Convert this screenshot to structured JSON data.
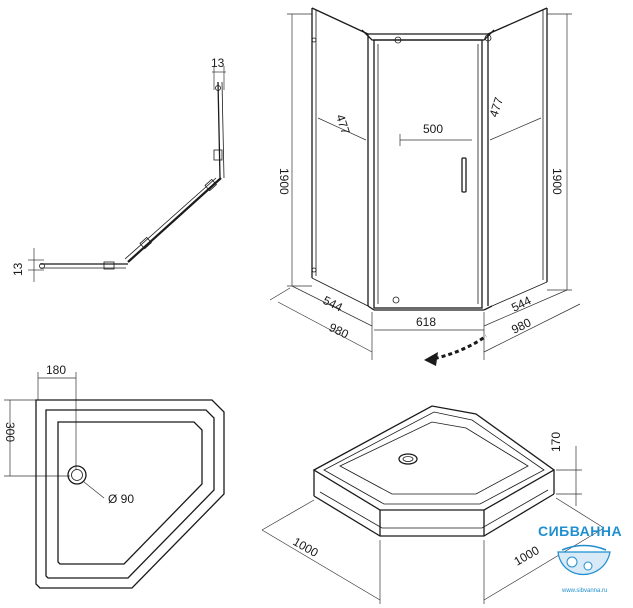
{
  "profile_view": {
    "dim_top": "13",
    "dim_left": "13"
  },
  "cabin_view": {
    "height_left": "1900",
    "height_right": "1900",
    "side_panel_left": "477",
    "door_width": "500",
    "side_panel_right": "477",
    "base_left_short": "544",
    "base_right_short": "544",
    "base_left_long": "980",
    "base_right_long": "980",
    "base_front": "618"
  },
  "tray_plan": {
    "dim_top": "180",
    "dim_left": "300",
    "drain_diameter": "Ø 90"
  },
  "tray_3d": {
    "height": "170",
    "length_left": "1000",
    "length_right": "1000"
  },
  "watermark": {
    "brand": "СИБВАННА",
    "url": "www.sibvanna.ru",
    "accent_color": "#1f8fd0"
  }
}
